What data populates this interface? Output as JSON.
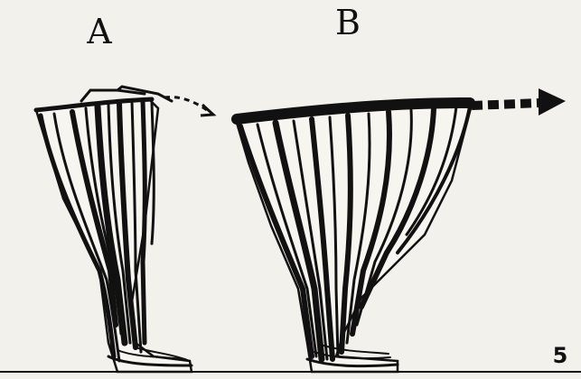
{
  "figure": {
    "label_a": "A",
    "label_b": "B",
    "page_number": "5"
  },
  "colors": {
    "paper": "#f3f1ec",
    "ink": "#111111"
  }
}
